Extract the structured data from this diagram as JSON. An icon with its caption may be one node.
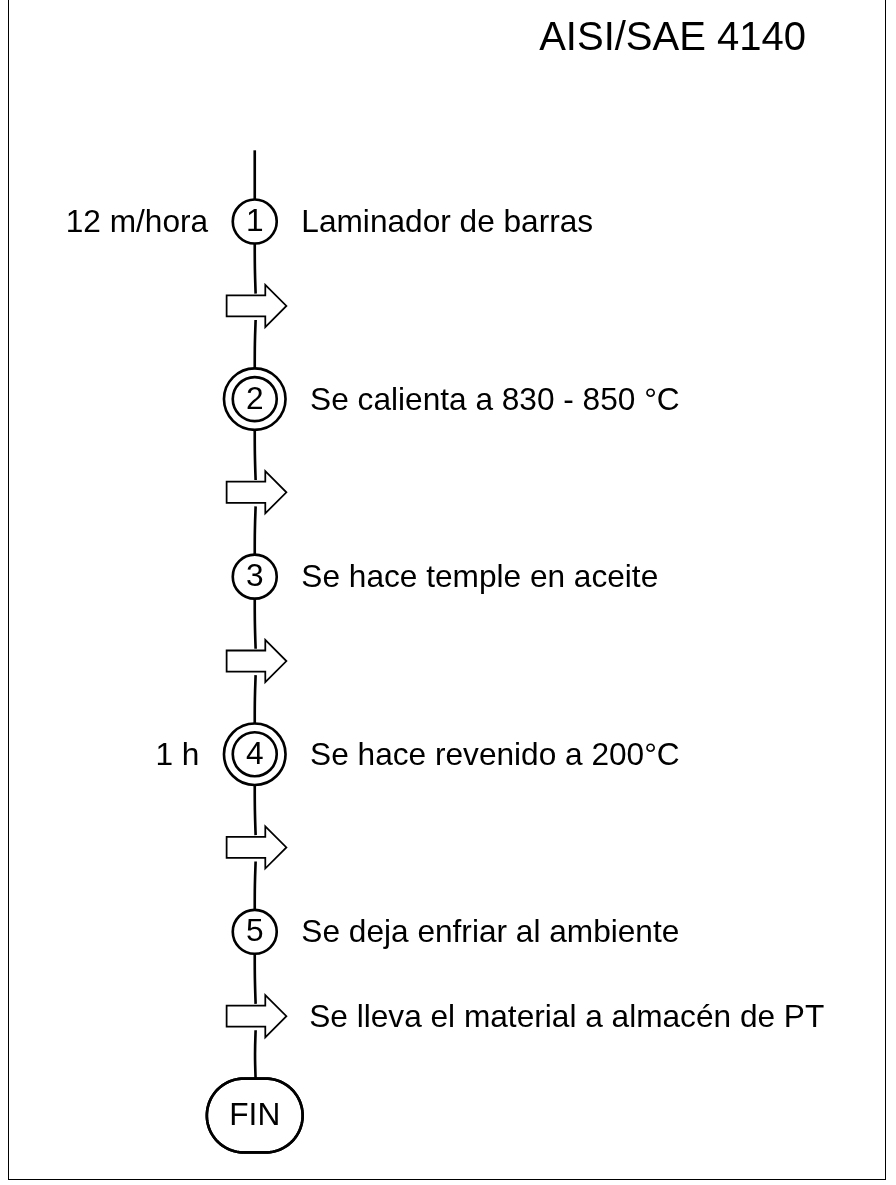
{
  "diagram": {
    "title": "AISI/SAE 4140",
    "nodes": [
      {
        "text": [
          "1"
        ],
        "beside": [
          "12 m/hora",
          "Laminador de barras"
        ]
      },
      {
        "text": [],
        "shape": "arrow"
      },
      {
        "text": [
          "2"
        ],
        "beside": [
          "Se calienta a 830 - 850 °C"
        ]
      },
      {
        "text": [],
        "shape": "arrow"
      },
      {
        "text": [
          "3"
        ],
        "beside": [
          "Se hace temple en aceite"
        ]
      },
      {
        "text": [],
        "shape": "arrow"
      },
      {
        "text": [
          "4"
        ],
        "beside": [
          "1 h",
          "Se hace revenido a 200°C"
        ]
      },
      {
        "text": [],
        "shape": "arrow"
      },
      {
        "text": [
          "5"
        ],
        "beside": [
          "Se deja enfriar al ambiente"
        ]
      },
      {
        "text": [],
        "shape": "arrow",
        "beside": [
          "Se lleva el material a almacén de PT"
        ]
      },
      {
        "text": [
          "FIN"
        ]
      }
    ],
    "edges": [
      {
        "from": null,
        "to": 0,
        "arrow": "none"
      },
      {
        "from": 0,
        "to": 1,
        "arrow": "none"
      },
      {
        "from": 1,
        "to": 2,
        "arrow": "none"
      },
      {
        "from": 2,
        "to": 3,
        "arrow": "none"
      },
      {
        "from": 3,
        "to": 4,
        "arrow": "none"
      },
      {
        "from": 4,
        "to": 5,
        "arrow": "none"
      },
      {
        "from": 5,
        "to": 6,
        "arrow": "none"
      },
      {
        "from": 6,
        "to": 7,
        "arrow": "none"
      },
      {
        "from": 7,
        "to": 8,
        "arrow": "none"
      },
      {
        "from": 8,
        "to": 9,
        "arrow": "none"
      },
      {
        "from": 9,
        "to": 10,
        "arrow": "none"
      }
    ]
  }
}
